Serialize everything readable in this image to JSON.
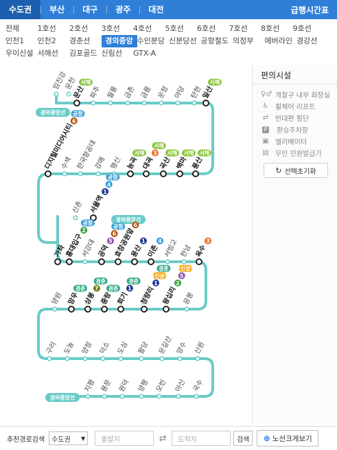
{
  "regions": {
    "tabs": [
      "수도권",
      "부산",
      "대구",
      "광주",
      "대전"
    ],
    "active_index": 0,
    "express_link": "급행시간표"
  },
  "lines": {
    "items": [
      "전체",
      "1호선",
      "2호선",
      "3호선",
      "4호선",
      "5호선",
      "6호선",
      "7호선",
      "8호선",
      "9호선",
      "인천1",
      "인천2",
      "경춘선",
      "경의중앙",
      "수인분당",
      "신분당선",
      "공항철도",
      "의정부",
      "에버라인",
      "경강선",
      "우이신설",
      "서해선",
      "김포골드",
      "신림선",
      "GTX-A"
    ],
    "active": "경의중앙"
  },
  "map": {
    "line_color": "#69cbc7",
    "line_name_pill": "경의중앙선",
    "stations": {
      "row1": [
        "임진강",
        "운천"
      ],
      "row2": [
        "문산",
        "파주",
        "월롱",
        "금촌",
        "금릉",
        "운정",
        "야당",
        "탄현",
        "일산"
      ],
      "row3": [
        "디지털미디어시티",
        "수색",
        "한국항공대",
        "강매",
        "행신",
        "능곡",
        "대곡",
        "곡산",
        "백마",
        "풍산"
      ],
      "row4": [
        "신촌",
        "서울역"
      ],
      "row5": [
        "가좌",
        "홍대입구",
        "서강대",
        "공덕",
        "효창공원앞",
        "용산",
        "이촌",
        "서빙고",
        "한남",
        "옥수"
      ],
      "row6": [
        "양원",
        "망우",
        "상봉",
        "중랑",
        "회기",
        "청량리",
        "왕십리",
        "응봉"
      ],
      "row7": [
        "구리",
        "도농",
        "양정",
        "덕소",
        "도심",
        "팔당",
        "운길산",
        "양수",
        "신원"
      ],
      "row8": [
        "지평",
        "용문",
        "원덕",
        "양평",
        "오빈",
        "아신",
        "국수"
      ]
    },
    "transfer_badges": {
      "seoul_station": [
        "1",
        "4",
        "공항"
      ],
      "dmc": [
        "6",
        "공항"
      ],
      "hongdae": [
        "2",
        "공항"
      ],
      "gongdeok": [
        "5",
        "6",
        "공항"
      ],
      "hyochang": [
        "6"
      ],
      "yongsan": [
        "1"
      ],
      "ichon": [
        "4"
      ],
      "oksu": [
        "3"
      ],
      "mangu": [
        "경춘"
      ],
      "sangbong": [
        "7",
        "경춘"
      ],
      "jungnang": [
        "경춘"
      ],
      "hoegi": [
        "1",
        "경춘"
      ],
      "cheongnyangni": [
        "1",
        "수인분당",
        "경춘"
      ],
      "wangsimni": [
        "2",
        "5",
        "수인분당"
      ],
      "munsan": [
        "서해"
      ],
      "ilsan": [
        "서해"
      ],
      "neunggok": [
        "서해"
      ],
      "daegok": [
        "3",
        "서해"
      ],
      "goksan": [
        "서해"
      ],
      "baengma": [
        "서해"
      ],
      "pungsan": [
        "서해"
      ]
    }
  },
  "facilities": {
    "title": "편의시설",
    "items": [
      {
        "icon": "toilet-icon",
        "label": "개찰구 내부 화장실"
      },
      {
        "icon": "wheelchair-icon",
        "label": "휠체어 리프트"
      },
      {
        "icon": "transfer-arrows-icon",
        "label": "반대편 횡단"
      },
      {
        "icon": "parking-icon",
        "label": "환승주차장"
      },
      {
        "icon": "elevator-icon",
        "label": "엘리베이터"
      },
      {
        "icon": "kiosk-icon",
        "label": "무인 민원발급기"
      }
    ],
    "reset_label": "선택초기화"
  },
  "route_search": {
    "label": "추천경로검색",
    "region_select": "수도권",
    "origin_placeholder": "출발지",
    "destination_placeholder": "도착지",
    "search_label": "검색",
    "zoom_label": "노선크게보기"
  }
}
